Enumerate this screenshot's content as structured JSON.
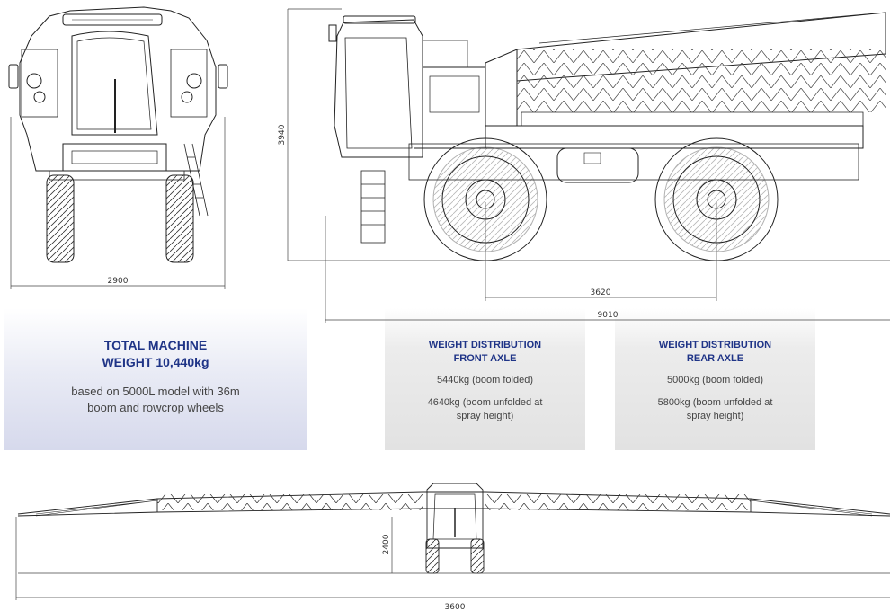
{
  "dimensions": {
    "front_width": "2900",
    "height": "3940",
    "wheelbase": "3620",
    "length": "9010",
    "boom_height": "2400",
    "boom_width": "3600"
  },
  "total": {
    "title_line1": "TOTAL MACHINE",
    "title_line2": "WEIGHT 10,440kg",
    "desc_line1": "based on 5000L model with 36m",
    "desc_line2": "boom and rowcrop wheels"
  },
  "front_axle": {
    "title_line1": "WEIGHT DISTRIBUTION",
    "title_line2": "FRONT AXLE",
    "folded": "5440kg (boom folded)",
    "unfolded_line1": "4640kg (boom unfolded at",
    "unfolded_line2": "spray height)"
  },
  "rear_axle": {
    "title_line1": "WEIGHT DISTRIBUTION",
    "title_line2": "REAR AXLE",
    "folded": "5000kg (boom folded)",
    "unfolded_line1": "5800kg (boom unfolded at",
    "unfolded_line2": "spray height)"
  },
  "colors": {
    "accent": "#1f3487",
    "line": "#222222",
    "panel_blue": "#d6d9ec",
    "panel_grey": "#e2e2e2"
  }
}
